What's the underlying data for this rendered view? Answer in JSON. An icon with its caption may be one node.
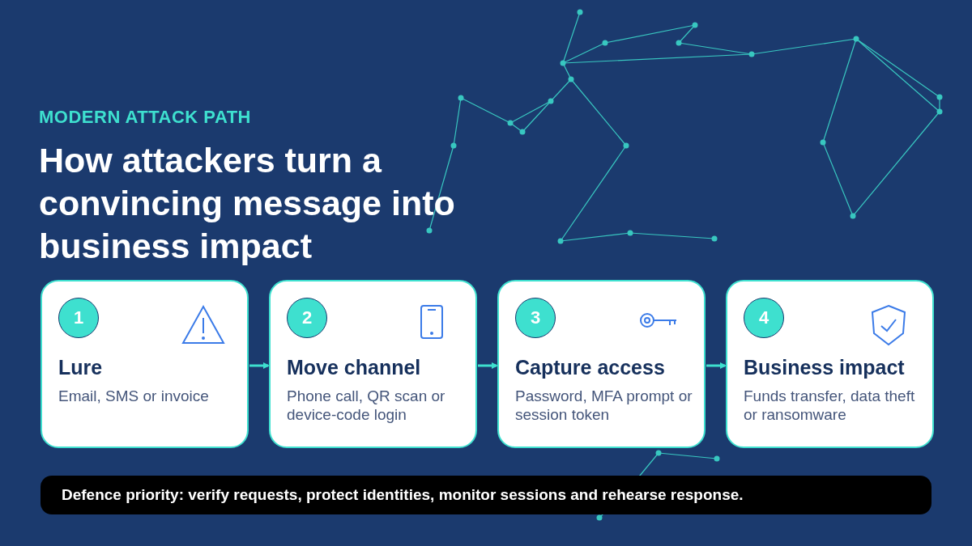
{
  "diagram": {
    "title": "How attackers turn a convincing message into business impact",
    "nodes": [
      {
        "text": [
          "Lure",
          "Email, SMS or invoice"
        ]
      },
      {
        "text": [
          "1"
        ],
        "in": 0
      },
      {
        "text": [
          "Move channel",
          "Phone call, QR scan or device-code login"
        ]
      },
      {
        "text": [
          "2"
        ],
        "in": 2
      },
      {
        "text": [
          "Capture access",
          "Password, MFA prompt or session token"
        ]
      },
      {
        "text": [
          "3"
        ],
        "in": 4
      },
      {
        "text": [
          "Business impact",
          "Funds transfer, data theft or ransomware"
        ]
      },
      {
        "text": [
          "4"
        ],
        "in": 6
      },
      {
        "text": [
          "Defence priority: verify requests, protect identities, monitor sessions and rehearse response."
        ]
      }
    ],
    "edges": [
      {
        "from": 0,
        "to": 2,
        "arrow": "to"
      },
      {
        "from": 2,
        "to": 4,
        "arrow": "to"
      },
      {
        "from": 4,
        "to": 6,
        "arrow": "to"
      }
    ],
    "labels": [
      "MODERN ATTACK PATH"
    ]
  }
}
